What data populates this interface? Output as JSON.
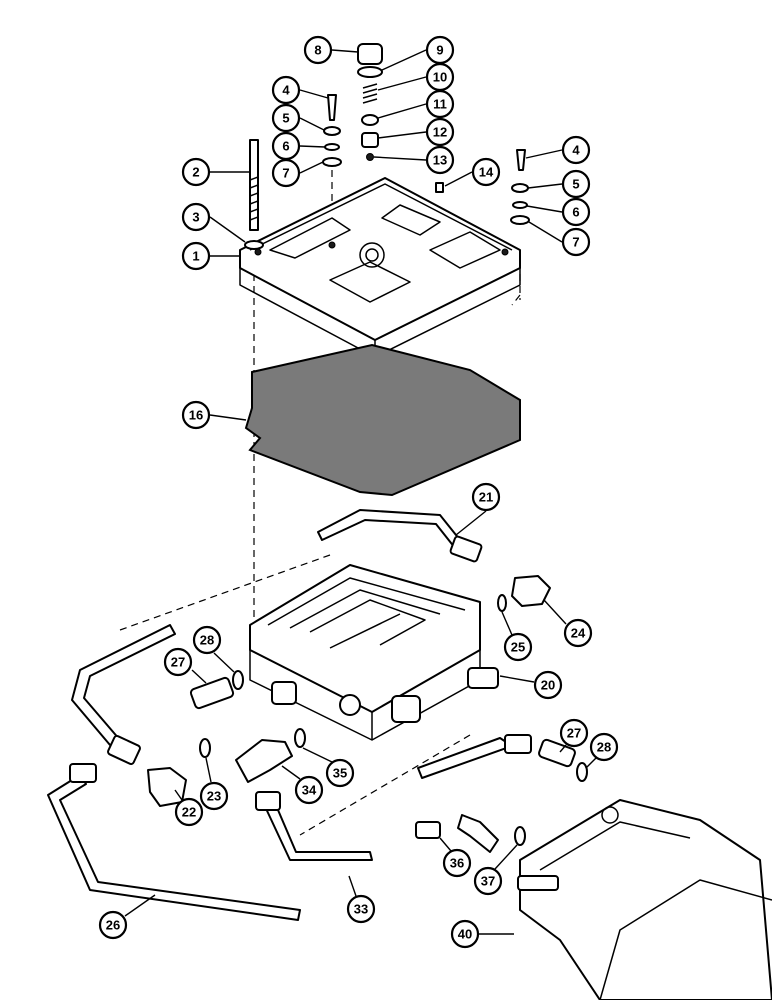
{
  "callouts": [
    {
      "n": "1"
    },
    {
      "n": "2"
    },
    {
      "n": "3"
    },
    {
      "n": "4"
    },
    {
      "n": "5"
    },
    {
      "n": "6"
    },
    {
      "n": "7"
    },
    {
      "n": "8"
    },
    {
      "n": "9"
    },
    {
      "n": "10"
    },
    {
      "n": "11"
    },
    {
      "n": "12"
    },
    {
      "n": "13"
    },
    {
      "n": "14"
    },
    {
      "n": "4"
    },
    {
      "n": "5"
    },
    {
      "n": "6"
    },
    {
      "n": "7"
    },
    {
      "n": "16"
    },
    {
      "n": "21"
    },
    {
      "n": "24"
    },
    {
      "n": "25"
    },
    {
      "n": "20"
    },
    {
      "n": "28"
    },
    {
      "n": "27"
    },
    {
      "n": "22"
    },
    {
      "n": "23"
    },
    {
      "n": "34"
    },
    {
      "n": "35"
    },
    {
      "n": "27"
    },
    {
      "n": "28"
    },
    {
      "n": "36"
    },
    {
      "n": "37"
    },
    {
      "n": "26"
    },
    {
      "n": "33"
    },
    {
      "n": "40"
    }
  ]
}
